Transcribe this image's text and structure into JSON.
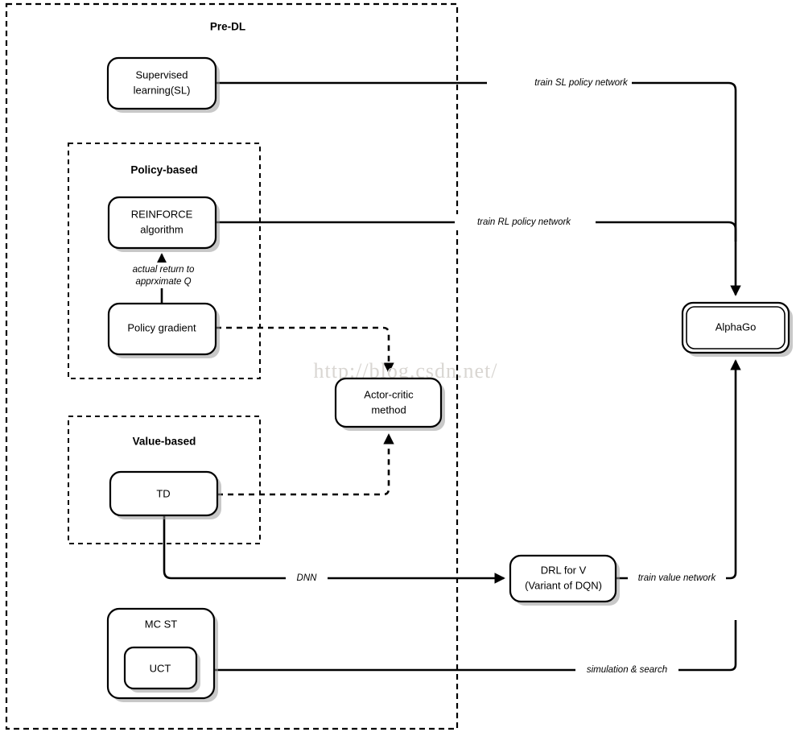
{
  "diagram": {
    "title": "Pre-DL",
    "watermark": "http://blog.csdn.net/",
    "groups": [
      {
        "id": "policy-based",
        "label": "Policy-based"
      },
      {
        "id": "value-based",
        "label": "Value-based"
      }
    ],
    "nodes": [
      {
        "id": "supervised-learning",
        "line1": "Supervised",
        "line2": "learning(SL)"
      },
      {
        "id": "reinforce-algorithm",
        "line1": "REINFORCE",
        "line2": "algorithm"
      },
      {
        "id": "policy-gradient",
        "line1": "Policy gradient",
        "line2": ""
      },
      {
        "id": "actor-critic",
        "line1": "Actor-critic",
        "line2": "method"
      },
      {
        "id": "td",
        "line1": "TD",
        "line2": ""
      },
      {
        "id": "mcst",
        "line1": "MC ST",
        "line2": ""
      },
      {
        "id": "uct",
        "line1": "UCT",
        "line2": ""
      },
      {
        "id": "drl-for-v",
        "line1": "DRL for V",
        "line2": "(Variant of DQN)"
      },
      {
        "id": "alphago",
        "line1": "AlphaGo",
        "line2": ""
      }
    ],
    "edges": [
      {
        "id": "sl-to-alphago",
        "label": "train SL policy network",
        "style": "solid"
      },
      {
        "id": "reinforce-to-alphago",
        "label": "train RL policy network",
        "style": "solid"
      },
      {
        "id": "policy-gradient-to-actor-critic",
        "label": "",
        "style": "dashed"
      },
      {
        "id": "td-to-actor-critic",
        "label": "",
        "style": "dashed"
      },
      {
        "id": "policy-gradient-to-reinforce",
        "label": "actual return to apprximate Q",
        "label_line1": "actual return to",
        "label_line2": "apprximate Q",
        "style": "solid"
      },
      {
        "id": "td-to-drl",
        "label": "DNN",
        "style": "solid"
      },
      {
        "id": "drl-to-alphago",
        "label": "train value network",
        "style": "solid"
      },
      {
        "id": "uct-to-alphago",
        "label": "simulation & search",
        "style": "solid"
      }
    ],
    "colors": {
      "stroke": "#000000",
      "background": "#ffffff",
      "watermark": "#d9d6d2"
    }
  }
}
